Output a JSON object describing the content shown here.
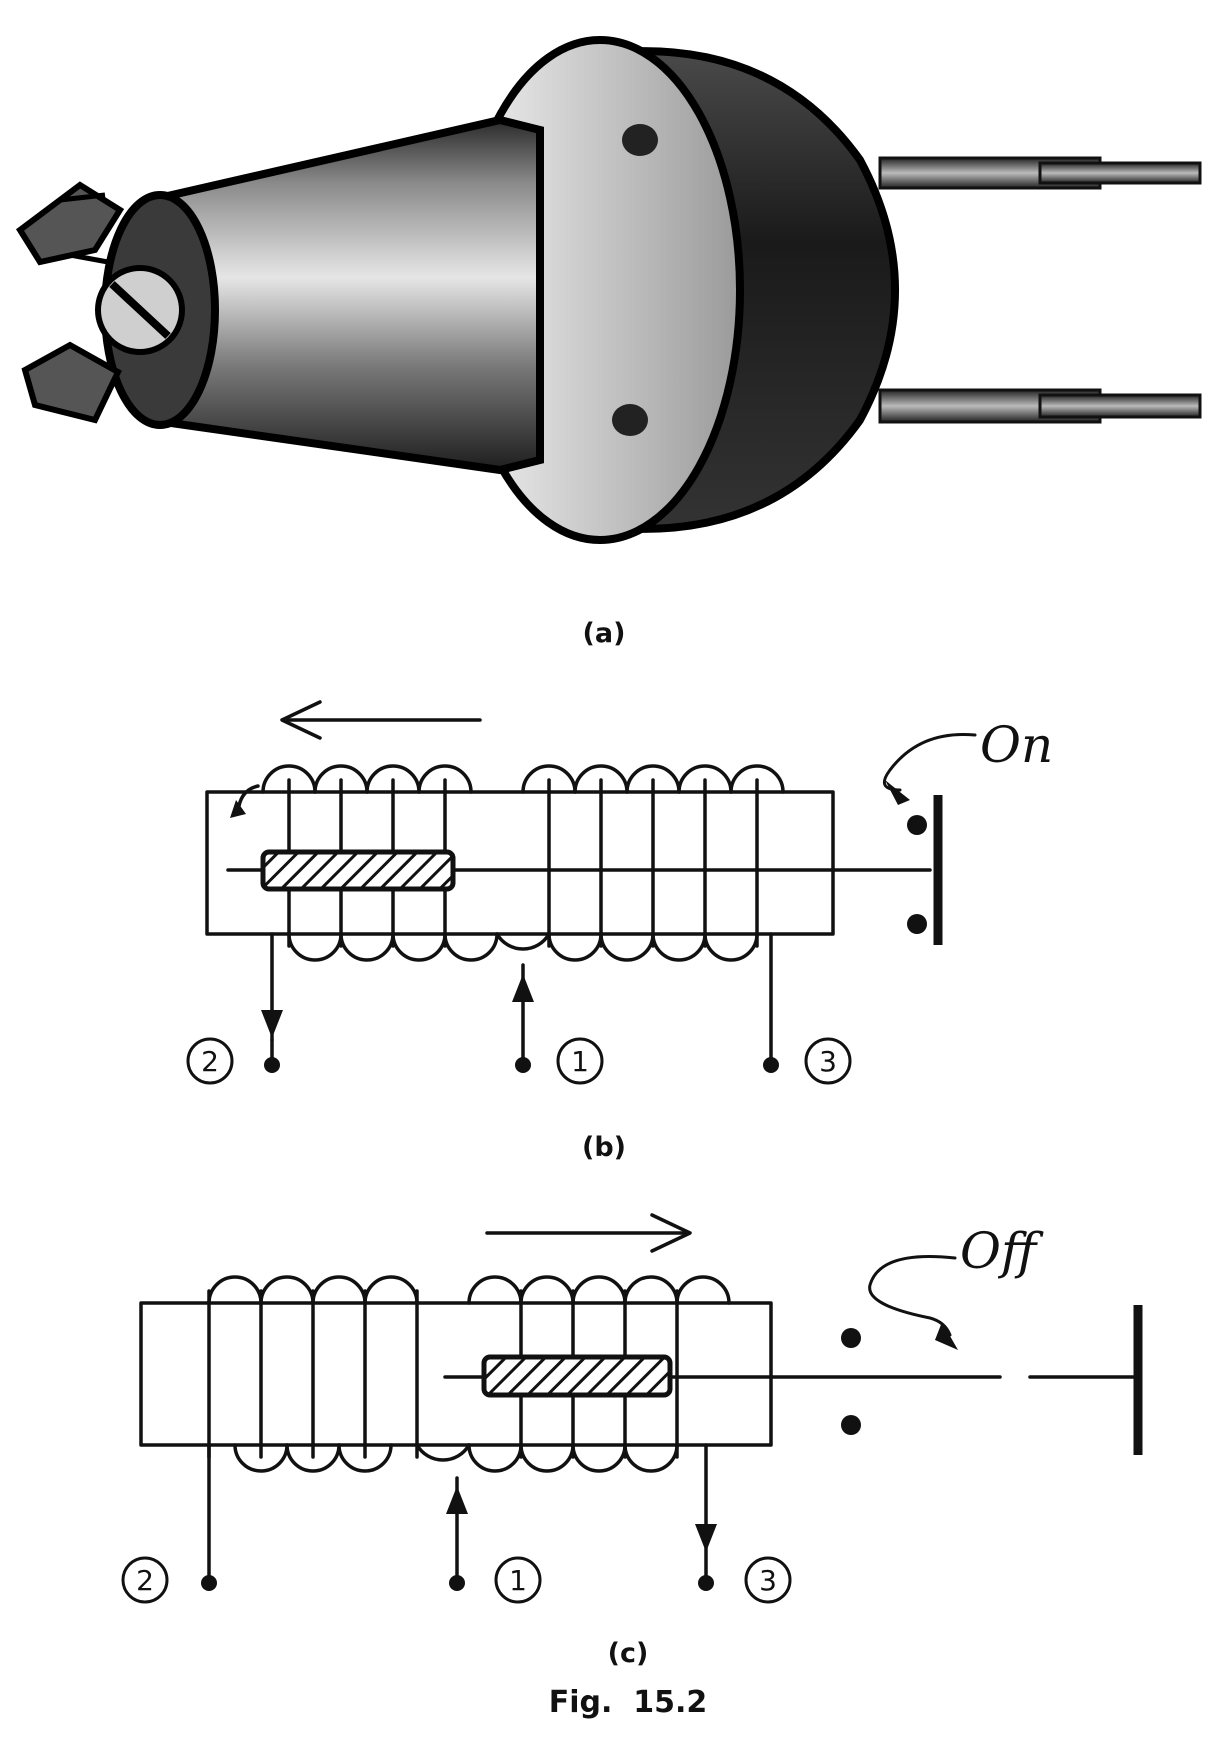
{
  "panels": {
    "a": {
      "caption": "(a)"
    },
    "b": {
      "caption": "(b)",
      "switch_label": "On",
      "terminals": [
        "2",
        "1",
        "3"
      ]
    },
    "c": {
      "caption": "(c)",
      "switch_label": "Off",
      "terminals": [
        "2",
        "1",
        "3"
      ]
    }
  },
  "figure_caption": "Fig.  15.2",
  "colors": {
    "ink": "#111111",
    "paper": "#ffffff"
  }
}
